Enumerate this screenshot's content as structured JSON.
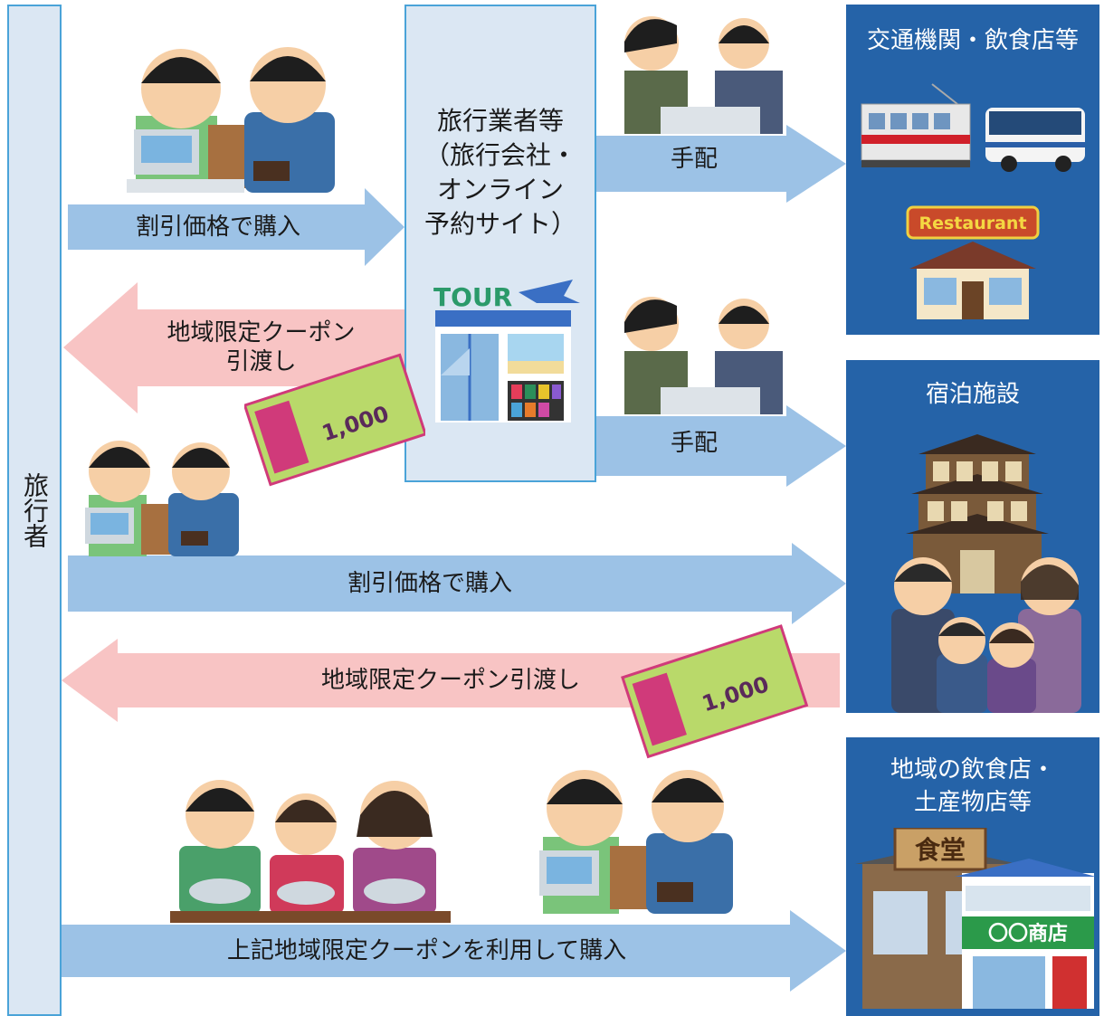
{
  "traveler": {
    "label": "旅行者"
  },
  "agency": {
    "label_lines": [
      "旅行業者等",
      "（旅行会社・",
      "オンライン",
      "予約サイト）"
    ],
    "tour_sign": "TOUR"
  },
  "boxes": {
    "transport": {
      "title": "交通機関・飲食店等",
      "restaurant_sign": "Restaurant"
    },
    "lodging": {
      "title": "宿泊施設"
    },
    "local": {
      "title_lines": [
        "地域の飲食店・",
        "土産物店等"
      ],
      "shokudo_sign": "食堂",
      "shop_sign": "〇〇商店"
    }
  },
  "arrows": {
    "buy_agency": "割引価格で購入",
    "coupon_agency_lines": [
      "地域限定クーポン",
      "引渡し"
    ],
    "arrange_transport": "手配",
    "arrange_lodging": "手配",
    "buy_lodging": "割引価格で購入",
    "coupon_lodging": "地域限定クーポン引渡し",
    "use_coupon": "上記地域限定クーポンを利用して購入"
  },
  "coupon": {
    "amount": "1,000"
  },
  "colors": {
    "blue_arrow": "#9cc2e6",
    "pink_arrow": "#f8c4c4",
    "navy_box": "#2563a8",
    "column": "#dbe7f3",
    "column_border": "#4aa3d8"
  }
}
